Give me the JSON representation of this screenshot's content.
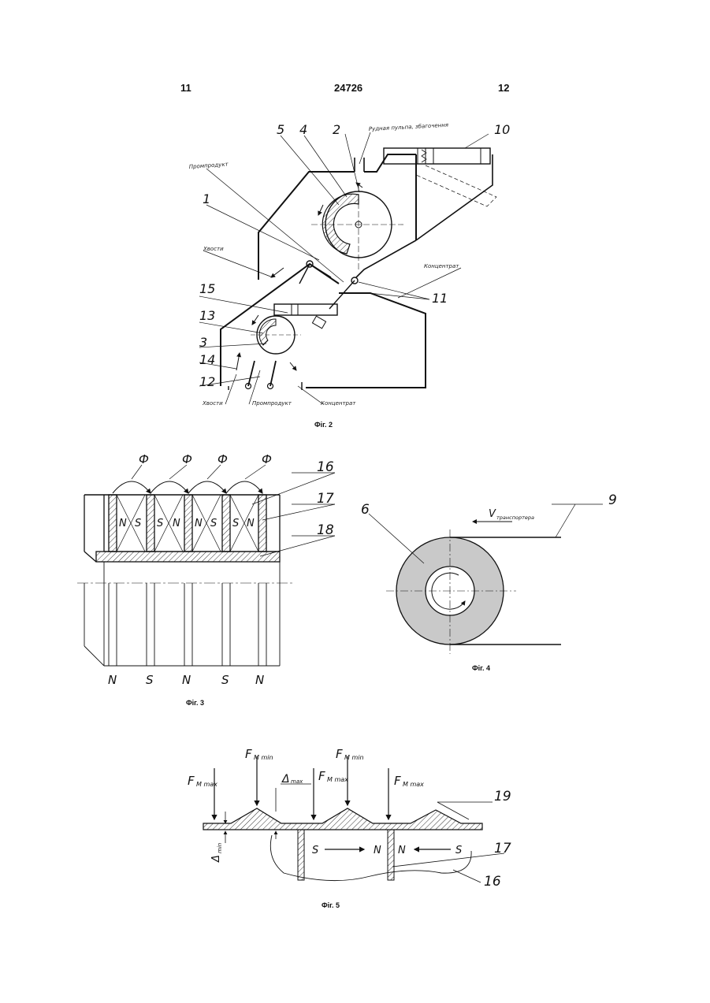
{
  "header": {
    "left_page": "11",
    "patent_number": "24726",
    "right_page": "12"
  },
  "fig2": {
    "caption": "Фіг. 2",
    "labels": {
      "n1": "1",
      "n2": "2",
      "n3": "3",
      "n4": "4",
      "n5": "5",
      "n10": "10",
      "n11": "11",
      "n12": "12",
      "n13": "13",
      "n14": "14",
      "n15": "15"
    },
    "text": {
      "ore_feed": "Рудная пульпа, збагочення",
      "middlings_top": "Промпродукт",
      "tails_top": "Хвости",
      "concentrate_mid": "Концентрат",
      "tails_bottom": "Хвости",
      "middlings_bottom": "Промпродукт",
      "concentrate_bottom": "Концентрат"
    }
  },
  "fig3": {
    "caption": "Фіг. 3",
    "phi": [
      "Ф",
      "Ф",
      "Ф",
      "Ф"
    ],
    "top_poles": [
      "N",
      "S",
      "S",
      "N",
      "N",
      "S",
      "S",
      "N"
    ],
    "bottom_poles": [
      "N",
      "S",
      "N",
      "S",
      "N"
    ],
    "labels": {
      "n16": "16",
      "n17": "17",
      "n18": "18"
    }
  },
  "fig4": {
    "caption": "Фіг. 4",
    "labels": {
      "n6": "6",
      "n9": "9"
    },
    "velocity_main": "V",
    "velocity_sub": "транспортера"
  },
  "fig5": {
    "caption": "Фіг. 5",
    "force": {
      "f": "F",
      "sub_max": "M max",
      "sub_min": "M min"
    },
    "delta": {
      "sym": "Δ",
      "max": "max",
      "min": "min"
    },
    "poles": {
      "s_left": "S",
      "n_mid1": "N",
      "n_mid2": "N",
      "s_right": "S"
    },
    "labels": {
      "n16": "16",
      "n17": "17",
      "n19": "19"
    }
  }
}
